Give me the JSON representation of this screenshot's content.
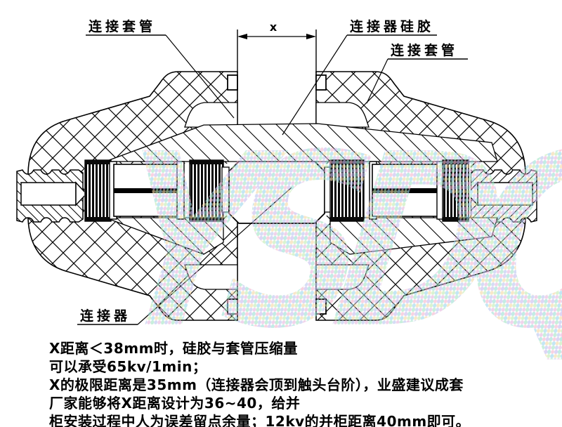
{
  "watermark": {
    "text": "YSDQ"
  },
  "dimension": {
    "label": "x"
  },
  "callouts": {
    "sleeve_top_left": "连接套管",
    "silicone": "连接器硅胶",
    "sleeve_right": "连接套管",
    "connector": "连接器"
  },
  "notes": {
    "lines": [
      "X距离＜38mm时，硅胶与套管压缩量",
      "可以承受65kv/1min；",
      "X的极限距离是35mm（连接器会顶到触头台阶），业盛建议成套",
      "厂家能够将X距离设计为36~40，给并",
      "柜安装过程中人为误差留点余量；12kv的并柜距离40mm即可。"
    ]
  },
  "colors": {
    "line": "#000000",
    "background": "#ffffff",
    "watermark_mint": "#9fe0d6",
    "watermark_pink": "#f4b9cf",
    "watermark_purple": "#c9bdf0",
    "watermark_green": "#c3ecb4",
    "watermark_blue": "#9fd8ee",
    "watermark_yellow": "#f4d9a8"
  }
}
